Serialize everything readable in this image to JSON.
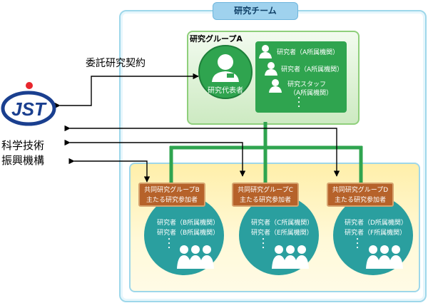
{
  "team": {
    "title": "研究チーム"
  },
  "group_a": {
    "label": "研究グループA",
    "pi_label": "研究代表者",
    "members": [
      "研究者（A所属機関）",
      "研究者（A所属機関）",
      "研究スタッフ",
      "（A所属機関）"
    ]
  },
  "contract": {
    "label": "委託研究契約"
  },
  "jst": {
    "logo_text": "JST",
    "name_line1": "科学技術",
    "name_line2": "振興機構"
  },
  "groups": [
    {
      "title_line1": "共同研究グループB",
      "title_line2": "主たる研究参加者",
      "members": [
        "研究者（B所属機関）",
        "研究者（B所属機関）"
      ]
    },
    {
      "title_line1": "共同研究グループC",
      "title_line2": "主たる研究参加者",
      "members": [
        "研究者（C所属機関）",
        "研究者（E所属機関）"
      ]
    },
    {
      "title_line1": "共同研究グループD",
      "title_line2": "主たる研究参加者",
      "members": [
        "研究者（D所属機関）",
        "研究者（F所属機関）"
      ]
    }
  ],
  "colors": {
    "green": "#2fa44f",
    "teal": "#2a9f9f",
    "brown": "#b6622a",
    "frame": "#9ed7ea",
    "jst_blue": "#1a3f8f",
    "jst_red": "#e8262d"
  }
}
